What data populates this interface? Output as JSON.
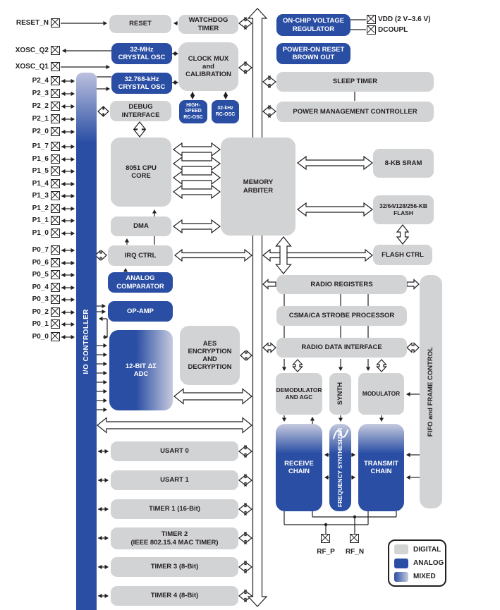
{
  "colors": {
    "digital": "#d2d3d5",
    "analog": "#2a4ea4",
    "ink": "#231f20",
    "mixed_light": "#c6cade"
  },
  "legend": {
    "digital": "DIGITAL",
    "analog": "ANALOG",
    "mixed": "MIXED"
  },
  "pins": {
    "reset": "RESET_N",
    "xosc_q2": "XOSC_Q2",
    "xosc_q1": "XOSC_Q1",
    "p2": [
      "P2_4",
      "P2_3",
      "P2_2",
      "P2_1",
      "P2_0"
    ],
    "p1": [
      "P1_7",
      "P1_6",
      "P1_5",
      "P1_4",
      "P1_3",
      "P1_2",
      "P1_1",
      "P1_0"
    ],
    "p0": [
      "P0_7",
      "P0_6",
      "P0_5",
      "P0_4",
      "P0_3",
      "P0_2",
      "P0_1",
      "P0_0"
    ],
    "vdd": "VDD (2 V–3.6 V)",
    "dcoupl": "DCOUPL",
    "rf_p": "RF_P",
    "rf_n": "RF_N"
  },
  "blocks": {
    "reset": [
      "RESET"
    ],
    "watchdog": [
      "WATCHDOG",
      "TIMER"
    ],
    "osc32m": [
      "32-MHz",
      "CRYSTAL OSC"
    ],
    "clockmux": [
      "CLOCK MUX",
      "and",
      "CALIBRATION"
    ],
    "osc32k": [
      "32.768-kHz",
      "CRYSTAL OSC"
    ],
    "debug": [
      "DEBUG",
      "INTERFACE"
    ],
    "hsrc": [
      "HIGH-",
      "SPEED",
      "RC-OSC"
    ],
    "rc32k": [
      "32-kHz",
      "RC-OSC"
    ],
    "regulator": [
      "ON-CHIP VOLTAGE",
      "REGULATOR"
    ],
    "por": [
      "POWER-ON RESET",
      "BROWN OUT"
    ],
    "sleep": [
      "SLEEP TIMER"
    ],
    "pmc": [
      "POWER MANAGEMENT CONTROLLER"
    ],
    "cpu": [
      "8051 CPU",
      "CORE"
    ],
    "arbiter": [
      "MEMORY",
      "ARBITER"
    ],
    "sram": [
      "8-KB SRAM"
    ],
    "flash": [
      "32/64/128/256-KB",
      "FLASH"
    ],
    "dma": [
      "DMA"
    ],
    "irq": [
      "IRQ CTRL"
    ],
    "flashctrl": [
      "FLASH CTRL"
    ],
    "comparator": [
      "ANALOG",
      "COMPARATOR"
    ],
    "opamp": [
      "OP-AMP"
    ],
    "adc": [
      "12-BIT ΔΣ",
      "ADC"
    ],
    "aes": [
      "AES",
      "ENCRYPTION",
      "AND",
      "DECRYPTION"
    ],
    "radioreg": [
      "RADIO REGISTERS"
    ],
    "csma": [
      "CSMA/CA STROBE PROCESSOR"
    ],
    "rdi": [
      "RADIO DATA INTERFACE"
    ],
    "demod": [
      "DEMODULATOR",
      "AND AGC"
    ],
    "synth": [
      "SYNTH"
    ],
    "mod": [
      "MODULATOR"
    ],
    "rx": [
      "RECEIVE",
      "CHAIN"
    ],
    "fs": [
      "FREQUENCY SYNTHESIZER"
    ],
    "tx": [
      "TRANSMIT",
      "CHAIN"
    ],
    "fifo": [
      "FIFO and FRAME CONTROL"
    ],
    "iocontroller": [
      "I/O CONTROLLER"
    ],
    "usart0": [
      "USART 0"
    ],
    "usart1": [
      "USART 1"
    ],
    "timer1": [
      "TIMER 1 (16-Bit)"
    ],
    "timer2": [
      "TIMER 2",
      "(IEEE 802.15.4 MAC TIMER)"
    ],
    "timer3": [
      "TIMER 3 (8-Bit)"
    ],
    "timer4": [
      "TIMER 4 (8-Bit)"
    ]
  }
}
